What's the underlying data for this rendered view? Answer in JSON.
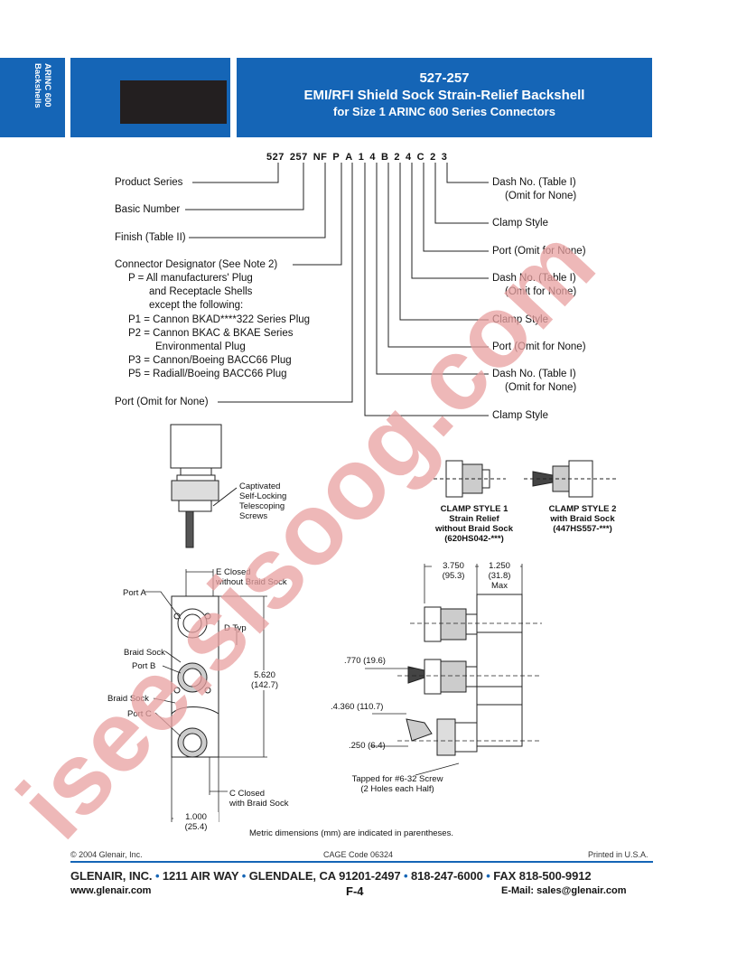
{
  "side_tab": {
    "line1": "ARINC 600",
    "line2": "Backshells"
  },
  "title": {
    "line1": "527-257",
    "line2": "EMI/RFI Shield Sock Strain-Relief Backshell",
    "line3": "for Size 1 ARINC 600 Series Connectors"
  },
  "part_number": [
    "527",
    "257",
    "NF",
    "P",
    "A",
    "1",
    "4",
    "B",
    "2",
    "4",
    "C",
    "2",
    "3"
  ],
  "left_labels": {
    "product_series": "Product Series",
    "basic_number": "Basic Number",
    "finish": "Finish (Table II)",
    "connector_designator": "Connector Designator (See Note 2)",
    "designator_lines": [
      "P = All manufacturers' Plug",
      "and Receptacle Shells",
      "except the following:",
      "P1 = Cannon BKAD****322 Series Plug",
      "P2 = Cannon BKAC & BKAE Series",
      "Environmental Plug",
      "P3 = Cannon/Boeing BACC66 Plug",
      "P5 = Radiall/Boeing BACC66 Plug"
    ],
    "port": "Port (Omit for None)"
  },
  "right_labels": {
    "dash_no": "Dash No. (Table I)",
    "omit_none": "(Omit for None)",
    "clamp_style": "Clamp Style",
    "port": "Port (Omit for None)"
  },
  "drawing_labels": {
    "captivated": [
      "Captivated",
      "Self-Locking",
      "Telescoping",
      "Screws"
    ],
    "clamp1": [
      "CLAMP STYLE 1",
      "Strain Relief",
      "without Braid Sock",
      "(620HS042-***)"
    ],
    "clamp2": [
      "CLAMP STYLE 2",
      "with Braid Sock",
      "(447HS557-***)"
    ],
    "port_a": "Port A",
    "port_b": "Port B",
    "port_c": "Port C",
    "braid_sock": "Braid Sock",
    "e_closed": [
      "E Closed",
      "without Braid Sock"
    ],
    "d_typ": "D Typ",
    "dim_5620": [
      "5.620",
      "(142.7)"
    ],
    "c_closed": [
      "C Closed",
      "with Braid Sock"
    ],
    "dim_1000": [
      "1.000",
      "(25.4)"
    ],
    "dim_3750": [
      "3.750",
      "(95.3)"
    ],
    "dim_1250": [
      "1.250",
      "(31.8)",
      "Max"
    ],
    "dim_770": ".770 (19.6)",
    "dim_4360": ".4.360 (110.7)",
    "dim_250": ".250 (6.4)",
    "tapped": [
      "Tapped for #6-32 Screw",
      "(2 Holes each Half)"
    ],
    "metric_note": "Metric dimensions (mm) are indicated in parentheses."
  },
  "footer": {
    "copyright": "© 2004 Glenair, Inc.",
    "cage": "CAGE Code 06324",
    "printed": "Printed in U.S.A.",
    "company": "GLENAIR, INC.",
    "address": "1211 AIR WAY",
    "city": "GLENDALE, CA 91201-2497",
    "phone": "818-247-6000",
    "fax": "FAX 818-500-9912",
    "web": "www.glenair.com",
    "page": "F-4",
    "email": "E-Mail: sales@glenair.com"
  },
  "watermark": "isee.sisoog.com",
  "colors": {
    "brand_blue": "#1565b6",
    "watermark_red": "#e8a0a0"
  }
}
